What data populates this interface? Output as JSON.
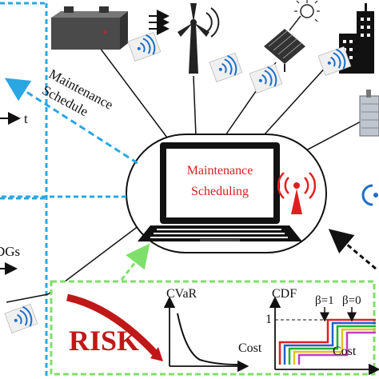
{
  "center": {
    "title_line1": "Maintenance",
    "title_line2": "Scheduling"
  },
  "schedule_label": {
    "line1": "Maintenance",
    "line2": "Schedule"
  },
  "left_panel": {
    "axis_t": "t",
    "dgs_label": "DGs"
  },
  "risk_panel": {
    "risk_word": "RISK",
    "cvar": {
      "ylabel": "CVaR",
      "xlabel": "Cost"
    },
    "cdf": {
      "ylabel": "CDF",
      "one_label": "1",
      "beta1": "β=1",
      "beta0": "β=0",
      "xlabel": "Cost"
    }
  },
  "icons": [
    "battery-icon",
    "wind-turbine-icon",
    "solar-panel-icon",
    "building-icon",
    "transformer-icon",
    "wireless-signal-icon",
    "antenna-icon",
    "laptop-icon"
  ],
  "colors": {
    "blue_dash": "#2aa7e2",
    "green_dash": "#7ee06a",
    "red_accent": "#e02020",
    "black_dash": "#111111"
  }
}
